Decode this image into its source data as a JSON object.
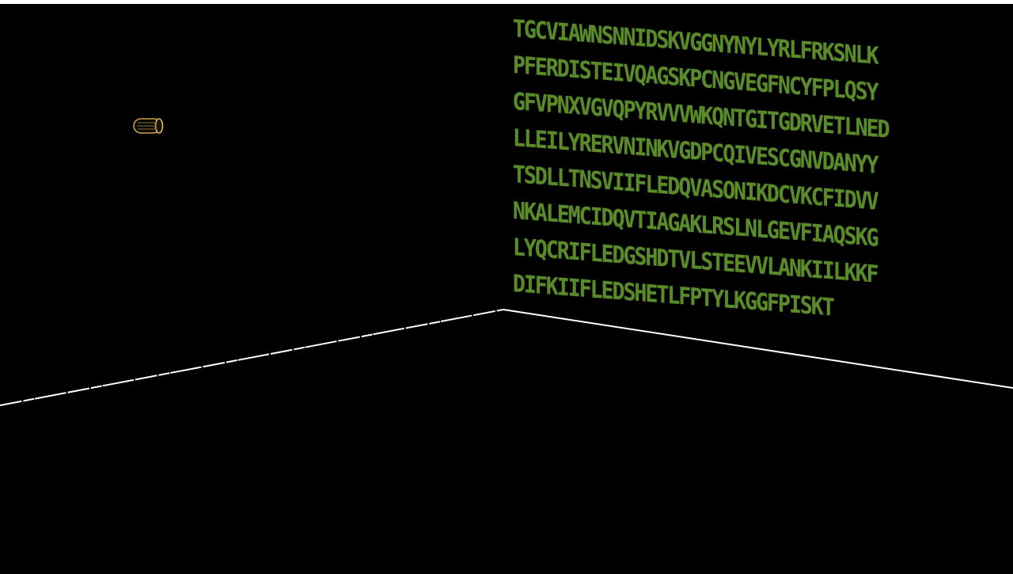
{
  "scene": {
    "background_color": "#000000",
    "edge_color": "#ffffff",
    "text_color": "#5a8a2a",
    "pickup_color": "#c8a040"
  },
  "wall_sequence": {
    "lines": [
      "TGCVIAWNSNNIDSKVGGNYNYLYRLFRKSNLK",
      "PFERDISTEIVQAGSKPCNGVEGFNCYFPLQSY",
      "GFVPNXVGVQPYRVVVWKQNTGITGDRVETLNED",
      "LLEILYRERVNINKVGDPCQIVESCGNVDANYY",
      "TSDLLTNSVIIFLEDQVASONIKDCVKCFIDVV",
      "NKALEMCIDQVTIAGAKLRSLNLGEVFIAQSKG",
      "LYQCRIFLEDGSHDTVLSTEEVVLANKIILKKF",
      "DIFKIIFLEDSHETLFPTYLKGGFPISKT"
    ]
  },
  "pickup": {
    "icon": "capsule-icon"
  }
}
